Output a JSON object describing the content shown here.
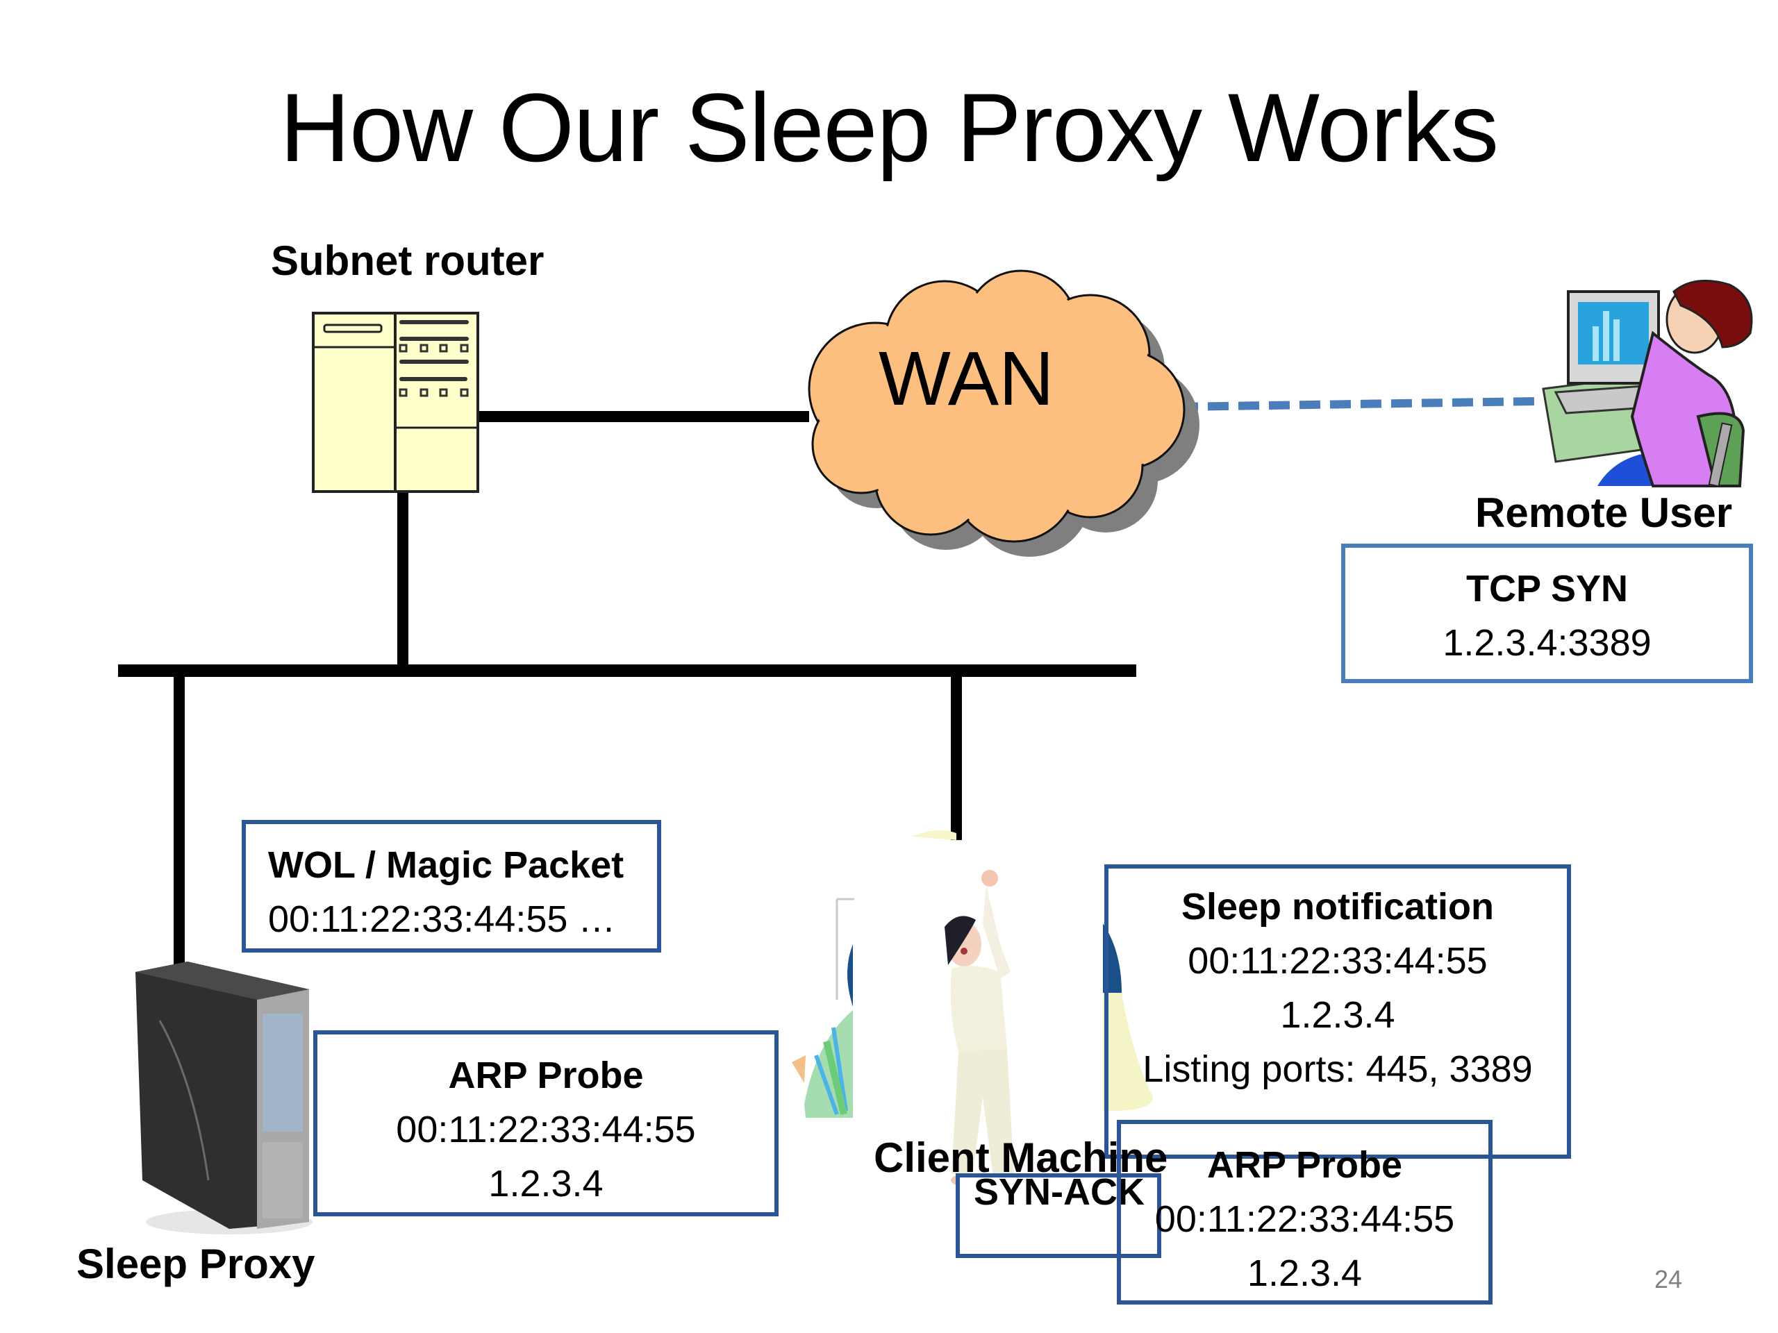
{
  "slide": {
    "title": "How Our Sleep Proxy Works",
    "page_number": "24"
  },
  "nodes": {
    "router": {
      "label": "Subnet router",
      "icon": "router-icon"
    },
    "wan": {
      "label": "WAN",
      "icon": "cloud-icon",
      "fill": "#fcbf80"
    },
    "remote_user": {
      "label": "Remote User",
      "icon": "user-at-computer-icon"
    },
    "sleep_proxy": {
      "label": "Sleep Proxy",
      "icon": "server-tower-icon"
    },
    "client": {
      "label": "Client Machine",
      "icon": "sleeping-child-icon"
    }
  },
  "packets": {
    "tcp_syn": {
      "head": "TCP SYN",
      "lines": [
        "1.2.3.4:3389"
      ]
    },
    "wol": {
      "head": "WOL / Magic Packet",
      "lines": [
        "00:11:22:33:44:55 …"
      ]
    },
    "arp_probe_proxy": {
      "head": "ARP Probe",
      "lines": [
        "00:11:22:33:44:55",
        "1.2.3.4"
      ]
    },
    "sleep_notification": {
      "head": "Sleep notification",
      "lines": [
        "00:11:22:33:44:55",
        "1.2.3.4",
        "Listing ports: 445, 3389"
      ]
    },
    "arp_probe_client": {
      "head": "ARP Probe",
      "lines": [
        "00:11:22:33:44:55",
        "1.2.3.4"
      ]
    },
    "syn_ack": {
      "head": "SYN-ACK"
    }
  },
  "colors": {
    "box_border": "#2b5596",
    "box_border_light": "#4a7ebb",
    "link_dashed": "#4a7ebb",
    "link_solid": "#000000"
  }
}
